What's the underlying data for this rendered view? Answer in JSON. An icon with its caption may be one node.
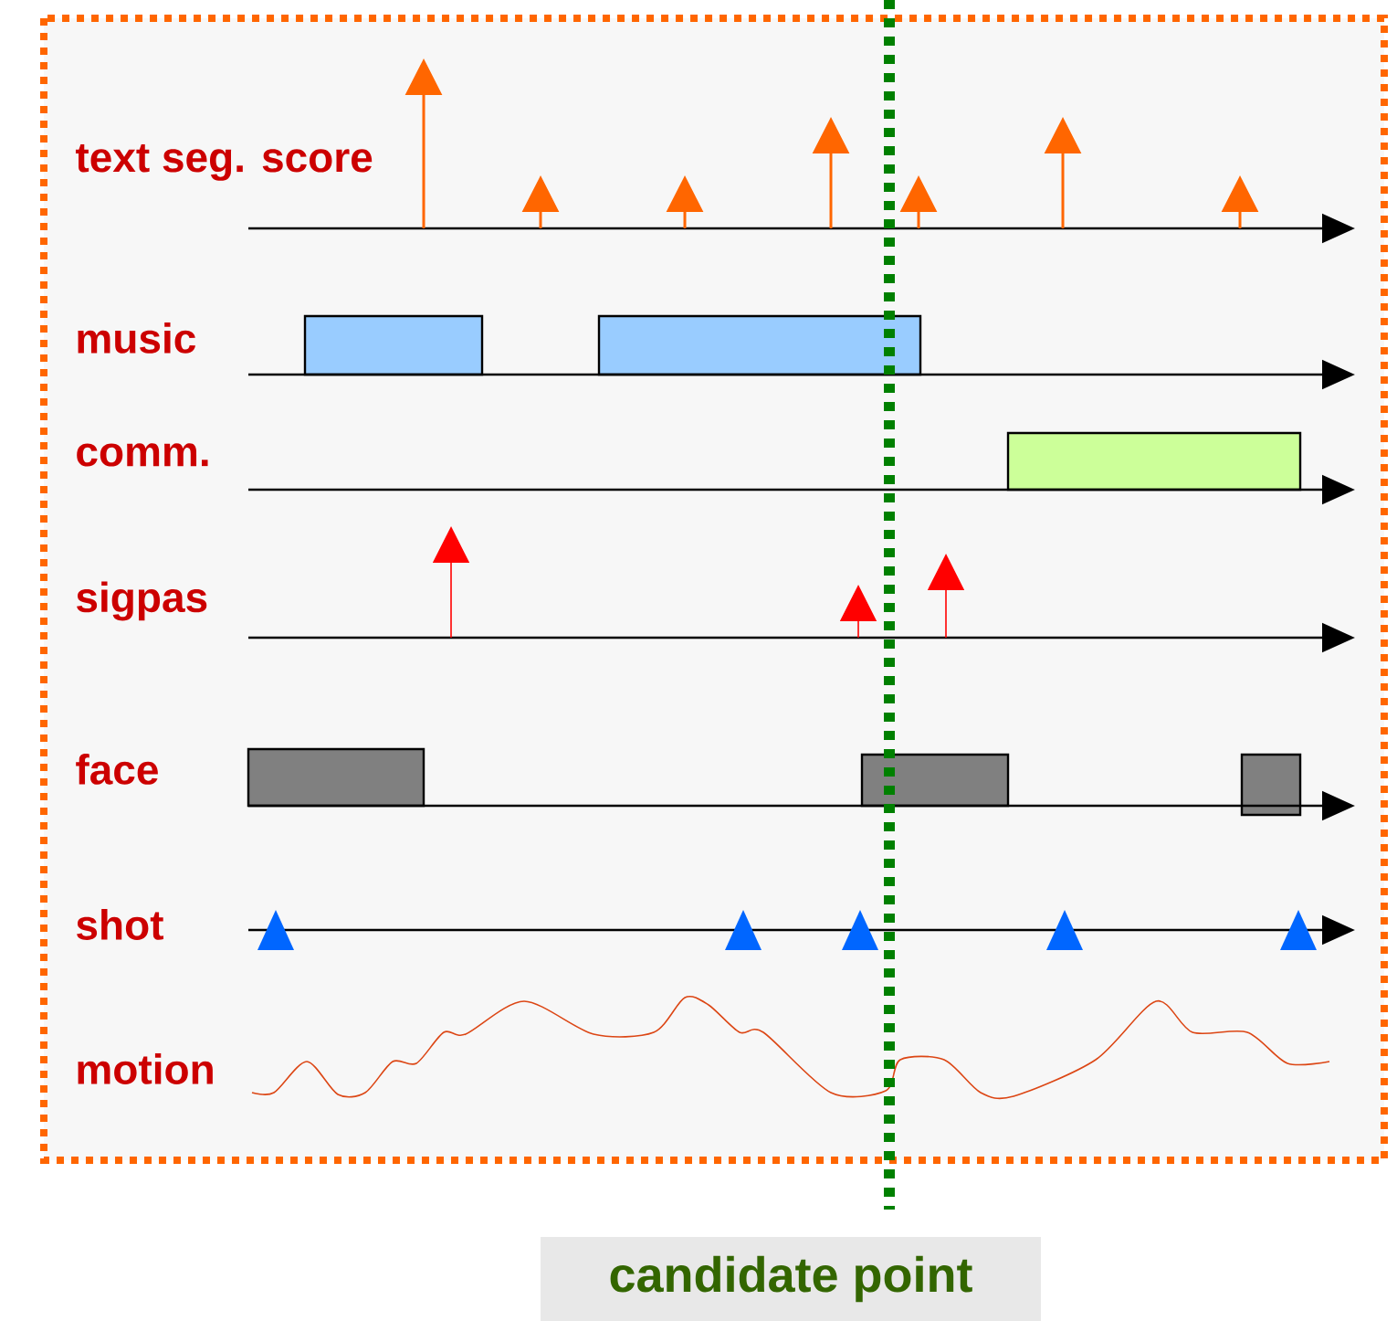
{
  "diagram": {
    "nodes": [
      {
        "text": [
          "candidate point"
        ]
      }
    ],
    "labels": [
      "text seg. score",
      "music",
      "comm.",
      "sigpas",
      "face",
      "shot",
      "motion"
    ]
  }
}
